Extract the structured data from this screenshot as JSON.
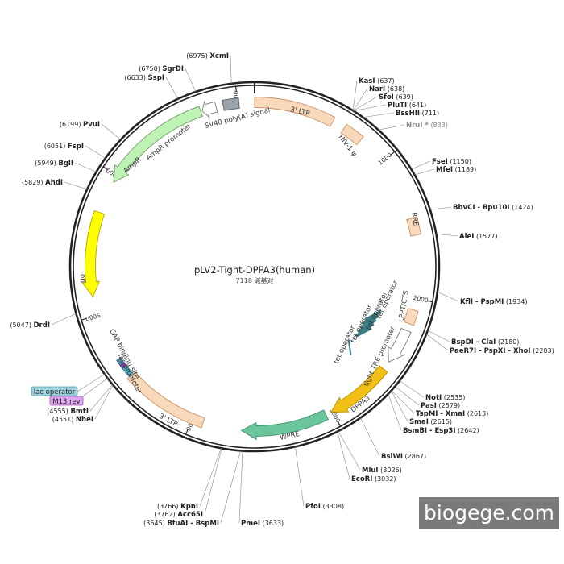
{
  "plasmid": {
    "name": "pLV2-Tight-DPPA3(human)",
    "size_text": "7118 碱基对",
    "total_bp": 7118
  },
  "ticks": [
    {
      "pos": 1000,
      "label": "1000"
    },
    {
      "pos": 2000,
      "label": "2000"
    },
    {
      "pos": 3000,
      "label": "3000"
    },
    {
      "pos": 4000,
      "label": "4000"
    },
    {
      "pos": 5000,
      "label": "5000"
    },
    {
      "pos": 6000,
      "label": "6000"
    },
    {
      "pos": 7000,
      "label": "7000"
    }
  ],
  "features": [
    {
      "id": "3ltr-top",
      "label": "3' LTR",
      "start": 7118,
      "end": 560,
      "dir": "none",
      "track": "inner",
      "color": "#f9d9bb",
      "stroke": "#c7926a"
    },
    {
      "id": "hiv1-psi",
      "label": "HIV-1 ψ",
      "start": 650,
      "end": 790,
      "dir": "none",
      "track": "inner",
      "color": "#f9d9bb",
      "stroke": "#c7926a"
    },
    {
      "id": "rre",
      "label": "RRE",
      "start": 1440,
      "end": 1560,
      "dir": "none",
      "track": "inner",
      "color": "#f9d9bb",
      "stroke": "#c7926a"
    },
    {
      "id": "cppt",
      "label": "cPPT/CTS",
      "start": 2080,
      "end": 2180,
      "dir": "none",
      "track": "inner",
      "color": "#f9d9bb",
      "stroke": "#c7926a"
    },
    {
      "id": "tight-tre",
      "label": "tight TRE promoter",
      "start": 2230,
      "end": 2480,
      "dir": "fwd",
      "track": "inner",
      "color": "#ffffff",
      "stroke": "#777777"
    },
    {
      "id": "dppa3",
      "label": "DPPA3",
      "start": 2540,
      "end": 3010,
      "dir": "fwd",
      "track": "inner",
      "color": "#f2c015",
      "stroke": "#b38a00"
    },
    {
      "id": "wpre",
      "label": "WPRE",
      "start": 3050,
      "end": 3650,
      "dir": "fwd",
      "track": "inner",
      "color": "#6ac59b",
      "stroke": "#3f8f69"
    },
    {
      "id": "3ltr-bottom",
      "label": "3' LTR",
      "start": 3920,
      "end": 4520,
      "dir": "none",
      "track": "inner",
      "color": "#f9d9bb",
      "stroke": "#c7926a"
    },
    {
      "id": "cap-site",
      "label": "CAP binding site",
      "start": 4615,
      "end": 4645,
      "dir": "none",
      "track": "inner",
      "color": "#4f86a8",
      "stroke": "#2f5f7f"
    },
    {
      "id": "lac-promoter",
      "label": "lac promoter",
      "start": 4570,
      "end": 4600,
      "dir": "none",
      "track": "inner",
      "color": "#7a3ea3",
      "stroke": "#4f2370"
    },
    {
      "id": "lac-op",
      "label": "lac operator",
      "start": 4555,
      "end": 4565,
      "dir": "none",
      "track": "inner",
      "color": "#4fb3c8",
      "stroke": "#2f7f90"
    },
    {
      "id": "ori",
      "label": "ori",
      "start": 5130,
      "end": 5720,
      "dir": "rev",
      "track": "inner",
      "color": "#ffff00",
      "stroke": "#b3a300"
    },
    {
      "id": "ampr",
      "label": "AmpR",
      "start": 5950,
      "end": 6740,
      "dir": "rev",
      "track": "inner",
      "color": "#bff2b5",
      "stroke": "#6aa060"
    },
    {
      "id": "ampr-promoter",
      "label": "AmpR promoter",
      "start": 6750,
      "end": 6850,
      "dir": "rev",
      "track": "inner",
      "color": "#ffffff",
      "stroke": "#777777"
    },
    {
      "id": "sv40",
      "label": "SV40 poly(A) signal",
      "start": 6900,
      "end": 7010,
      "dir": "none",
      "track": "inner",
      "color": "#9aa1a8",
      "stroke": "#5b6166"
    }
  ],
  "feature_text": {
    "3ltr_top": "3' LTR",
    "hiv1_psi": "HIV-1 ψ",
    "rre": "RRE",
    "cppt": "cPPT/CTS",
    "tight_tre": "tight TRE promoter",
    "dppa3": "DPPA3",
    "wpre": "WPRE",
    "3ltr_bottom": "3' LTR",
    "cap": "CAP binding site",
    "lac_promoter": "lac promoter",
    "ori": "ori",
    "ampr": "AmpR",
    "ampr_promoter": "AmpR promoter",
    "sv40": "SV40 poly(A) signal",
    "tet_operators": [
      "tet operator",
      "tet operator",
      "tet operator",
      "tet operator"
    ]
  },
  "primers": [
    {
      "label": "lac operator",
      "fill": "#9fd3e0",
      "stroke": "#4f9cb0"
    },
    {
      "label": "M13 rev",
      "fill": "#e0a8f0",
      "stroke": "#9a5ab0"
    }
  ],
  "sites": [
    {
      "name": "XcmI",
      "pos": "(6975)",
      "side": "left"
    },
    {
      "name": "SgrDI",
      "pos": "(6750)",
      "side": "left"
    },
    {
      "name": "SspI",
      "pos": "(6633)",
      "side": "left"
    },
    {
      "name": "PvuI",
      "pos": "(6199)",
      "side": "left"
    },
    {
      "name": "FspI",
      "pos": "(6051)",
      "side": "left"
    },
    {
      "name": "BglI",
      "pos": "(5949)",
      "side": "left"
    },
    {
      "name": "AhdI",
      "pos": "(5829)",
      "side": "left"
    },
    {
      "name": "DrdI",
      "pos": "(5047)",
      "side": "left"
    },
    {
      "name": "BmtI",
      "pos": "(4555)",
      "side": "left"
    },
    {
      "name": "NheI",
      "pos": "(4551)",
      "side": "left"
    },
    {
      "name": "KpnI",
      "pos": "(3766)",
      "side": "left"
    },
    {
      "name": "Acc65I",
      "pos": "(3762)",
      "side": "left"
    },
    {
      "name": "BfuAI - BspMI",
      "pos": "(3645)",
      "side": "left"
    },
    {
      "name": "PmeI",
      "pos": "(3633)",
      "side": "right"
    },
    {
      "name": "PfoI",
      "pos": "(3308)",
      "side": "right"
    },
    {
      "name": "EcoRI",
      "pos": "(3032)",
      "side": "right"
    },
    {
      "name": "MluI",
      "pos": "(3026)",
      "side": "right"
    },
    {
      "name": "BsiWI",
      "pos": "(2867)",
      "side": "right"
    },
    {
      "name": "BsmBI - Esp3I",
      "pos": "(2642)",
      "side": "right"
    },
    {
      "name": "SmaI",
      "pos": "(2615)",
      "side": "right"
    },
    {
      "name": "TspMI - XmaI",
      "pos": "(2613)",
      "side": "right"
    },
    {
      "name": "PasI",
      "pos": "(2579)",
      "side": "right"
    },
    {
      "name": "NotI",
      "pos": "(2535)",
      "side": "right"
    },
    {
      "name": "PaeR7I - PspXI - XhoI",
      "pos": "(2203)",
      "side": "right"
    },
    {
      "name": "BspDI - ClaI",
      "pos": "(2180)",
      "side": "right"
    },
    {
      "name": "KflI - PspMI",
      "pos": "(1934)",
      "side": "right"
    },
    {
      "name": "AleI",
      "pos": "(1577)",
      "side": "right"
    },
    {
      "name": "BbvCI - Bpu10I",
      "pos": "(1424)",
      "side": "right"
    },
    {
      "name": "MfeI",
      "pos": "(1189)",
      "side": "right"
    },
    {
      "name": "FseI",
      "pos": "(1150)",
      "side": "right"
    },
    {
      "name": "NruI *",
      "pos": "(833)",
      "side": "right",
      "grey": true
    },
    {
      "name": "BssHII",
      "pos": "(711)",
      "side": "right"
    },
    {
      "name": "PluTI",
      "pos": "(641)",
      "side": "right"
    },
    {
      "name": "SfoI",
      "pos": "(639)",
      "side": "right"
    },
    {
      "name": "NarI",
      "pos": "(638)",
      "side": "right"
    },
    {
      "name": "KasI",
      "pos": "(637)",
      "side": "right"
    }
  ],
  "watermark": "biogege.com"
}
